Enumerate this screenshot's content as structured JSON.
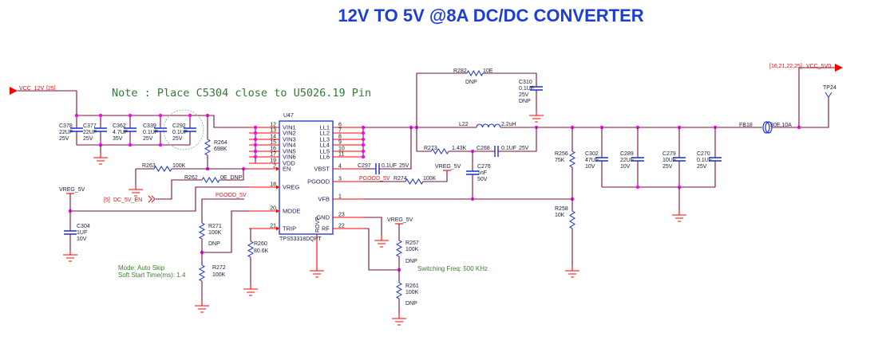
{
  "title": "12V TO 5V @8A DC/DC CONVERTER",
  "note": "Note : Place C5304 close to U5026.19 Pin",
  "annotations": {
    "mode": "Mode: Auto Skip",
    "soft_start": "Soft Start Time(ms): 1.4",
    "switching_freq": "Switching Freq: 500 KHz"
  },
  "nets": {
    "vcc_12v": "VCC_12V",
    "vcc_12v_ref": "[25]",
    "vcc_5v0": "VCC_5V0",
    "vcc_5v0_ref": "[16,21,22,25]",
    "dc_5v_en": "DC_5V_EN",
    "dc_5v_en_ref": "[5]",
    "pgood_5v_a": "PGOOD_5V",
    "pgood_5v_b": "PGOOD_5V",
    "vreg_5v_a": "VREG_5V",
    "vreg_5v_b": "VREG_5V",
    "vreg_5v_c": "VREG_5V"
  },
  "ic": {
    "ref": "U47",
    "part": "TPS53318DQPT",
    "rovp": "ROVP",
    "left_pins": [
      {
        "num": "12",
        "name": "VIN1"
      },
      {
        "num": "13",
        "name": "VIN2"
      },
      {
        "num": "14",
        "name": "VIN3"
      },
      {
        "num": "15",
        "name": "VIN4"
      },
      {
        "num": "16",
        "name": "VIN5"
      },
      {
        "num": "17",
        "name": "VIN6"
      },
      {
        "num": "19",
        "name": "VDD"
      },
      {
        "num": "2",
        "name": "EN"
      },
      {
        "num": "18",
        "name": "VREG"
      },
      {
        "num": "20",
        "name": "MODE"
      },
      {
        "num": "21",
        "name": "TRIP"
      }
    ],
    "right_pins": [
      {
        "num": "6",
        "name": "LL1"
      },
      {
        "num": "7",
        "name": "LL2"
      },
      {
        "num": "8",
        "name": "LL3"
      },
      {
        "num": "9",
        "name": "LL4"
      },
      {
        "num": "10",
        "name": "LL5"
      },
      {
        "num": "11",
        "name": "LL6"
      },
      {
        "num": "4",
        "name": "VBST"
      },
      {
        "num": "3",
        "name": "PGOOD"
      },
      {
        "num": "1",
        "name": "VFB"
      },
      {
        "num": "23",
        "name": "GND"
      },
      {
        "num": "22",
        "name": "RF"
      }
    ]
  },
  "components": {
    "C378": {
      "ref": "C378",
      "value": "22UF",
      "rating": "25V"
    },
    "C377": {
      "ref": "C377",
      "value": "22UF",
      "rating": "25V"
    },
    "C362": {
      "ref": "C362",
      "value": "4.7UF",
      "rating": "35V"
    },
    "C339": {
      "ref": "C339",
      "value": "0.1UF",
      "rating": "25V"
    },
    "C292": {
      "ref": "C292",
      "value": "0.1UF",
      "rating": "25V"
    },
    "R264": {
      "ref": "R264",
      "value": "698K"
    },
    "R263": {
      "ref": "R263",
      "value": "100K"
    },
    "R262": {
      "ref": "R262",
      "value": "0E_DNP"
    },
    "C304": {
      "ref": "C304",
      "value": "1UF",
      "rating": "10V"
    },
    "R271": {
      "ref": "R271",
      "value": "100K",
      "note": "DNP"
    },
    "R272": {
      "ref": "R272",
      "value": "100K"
    },
    "R260": {
      "ref": "R260",
      "value": "80.6K"
    },
    "C297": {
      "ref": "C297",
      "value": "0.1UF",
      "rating": "25V"
    },
    "R274": {
      "ref": "R274",
      "value": "100K"
    },
    "R257": {
      "ref": "R257",
      "value": "100K",
      "note": "DNP"
    },
    "R261": {
      "ref": "R261",
      "value": "100K",
      "note": "DNP"
    },
    "R282": {
      "ref": "R282",
      "value": "10E",
      "note": "DNP"
    },
    "C310": {
      "ref": "C310",
      "value": "0.1UF",
      "rating": "25V",
      "note": "DNP"
    },
    "L22": {
      "ref": "L22",
      "value": "2.2uH"
    },
    "R273": {
      "ref": "R273",
      "value": "1.43K"
    },
    "C268": {
      "ref": "C268",
      "value": "0.1UF",
      "rating": "25V"
    },
    "C276": {
      "ref": "C276",
      "value": "1nF",
      "rating": "50V"
    },
    "R256": {
      "ref": "R256",
      "value": "75K"
    },
    "R258": {
      "ref": "R258",
      "value": "10K"
    },
    "C302": {
      "ref": "C302",
      "value": "47UF",
      "rating": "10V"
    },
    "C289": {
      "ref": "C289",
      "value": "22UF",
      "rating": "10V"
    },
    "C279": {
      "ref": "C279",
      "value": "10UF",
      "rating": "25V"
    },
    "C270": {
      "ref": "C270",
      "value": "0.1UF",
      "rating": "25V"
    },
    "FB18": {
      "ref": "FB18",
      "value": "30E,10A"
    },
    "TP24": {
      "ref": "TP24"
    }
  },
  "colors": {
    "title": "#1e3cd6",
    "wire": "#7a0f3a",
    "pin": "#ff0000",
    "component": "#1a2fd0",
    "junction": "#ff00ff",
    "note": "#2e7d32",
    "ground": "#ff0000"
  }
}
